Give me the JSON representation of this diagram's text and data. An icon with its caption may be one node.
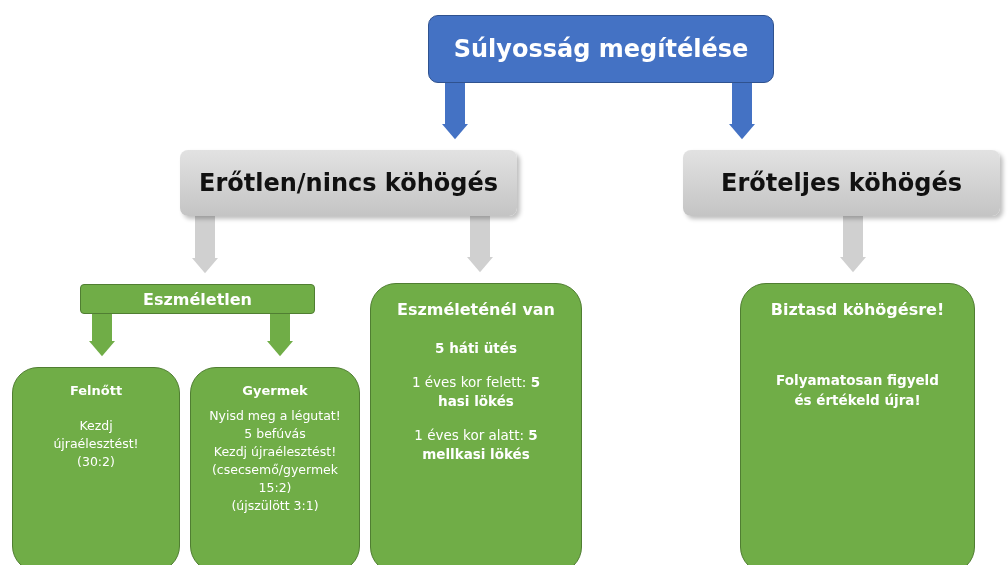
{
  "diagram": {
    "nodes": [
      {
        "text": [
          "Súlyosság megítélése"
        ]
      },
      {
        "text": [
          "Erőtlen/nincs köhögés"
        ]
      },
      {
        "text": [
          "Erőteljes köhögés"
        ]
      },
      {
        "text": [
          "Eszméletlen"
        ]
      },
      {
        "text": [
          "Felnőtt",
          "Kezdj újraélesztést! (30:2)"
        ]
      },
      {
        "text": [
          "Gyermek",
          "Nyisd meg a légutat!",
          "5 befúvás",
          "Kezdj újraélesztést!",
          "(csecsemő/gyermek 15:2)",
          "(újszülött 3:1)"
        ]
      },
      {
        "text": [
          "Eszméleténél van",
          "5 háti ütés",
          "1 éves kor felett: **5 hasi lökés**",
          "1 éves kor alatt: **5 mellkasi lökés**"
        ]
      },
      {
        "text": [
          "Biztasd köhögésre!",
          "Folyamatosan figyeld és értékeld újra!"
        ]
      }
    ],
    "edges": [
      {
        "from": 0,
        "to": 1,
        "arrow": "to",
        "color": "#4472c4"
      },
      {
        "from": 0,
        "to": 2,
        "arrow": "to",
        "color": "#4472c4"
      },
      {
        "from": 1,
        "to": 3,
        "arrow": "to",
        "color": "#d0d0d0"
      },
      {
        "from": 1,
        "to": 6,
        "arrow": "to",
        "color": "#d0d0d0"
      },
      {
        "from": 2,
        "to": 7,
        "arrow": "to",
        "color": "#d0d0d0"
      },
      {
        "from": 3,
        "to": 4,
        "arrow": "to",
        "color": "#70ad47"
      },
      {
        "from": 3,
        "to": 5,
        "arrow": "to",
        "color": "#70ad47"
      }
    ]
  }
}
